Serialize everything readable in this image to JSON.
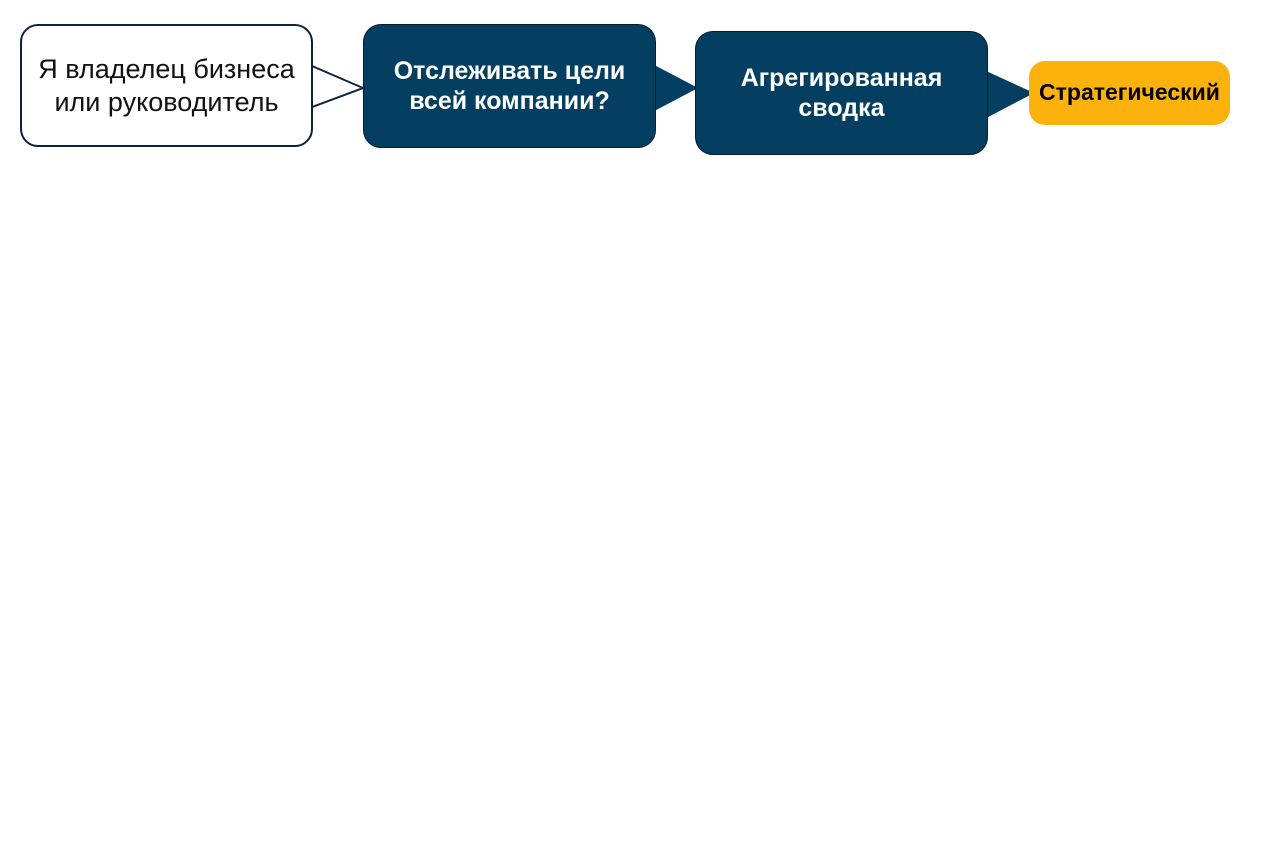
{
  "diagram": {
    "nodes": [
      {
        "id": "persona",
        "label": "Я владелец бизнеса\nили руководитель"
      },
      {
        "id": "question",
        "label": "Отслеживать цели\nвсей компании?"
      },
      {
        "id": "report",
        "label": "Агрегированная\nсводка"
      },
      {
        "id": "level",
        "label": "Стратегический"
      }
    ],
    "colors": {
      "outline": "#0c2340",
      "dark_fill": "#043f61",
      "accent_fill": "#fcb20c",
      "background": "#ffffff"
    }
  }
}
